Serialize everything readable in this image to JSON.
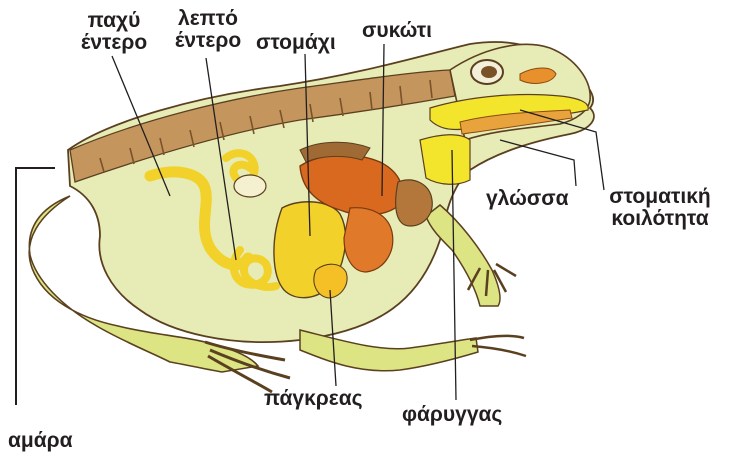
{
  "diagram": {
    "labels": {
      "large_intestine": [
        "παχύ",
        "έντερο"
      ],
      "small_intestine": [
        "λεπτό",
        "έντερο"
      ],
      "stomach": "στομάχι",
      "liver": "συκώτι",
      "tongue": "γλώσσα",
      "oral_cavity": [
        "στοματική",
        "κοιλότητα"
      ],
      "pancreas": "πάγκρεας",
      "pharynx": "φάρυγγας",
      "cloaca": "αμάρα"
    },
    "colors": {
      "skin_green": "#e3e8a8",
      "leg_yellow": "#dce483",
      "back_brown": "#c4965e",
      "muscle_brown": "#a06a35",
      "organ_yellow": "#f2d22a",
      "liver_orange": "#d8691f",
      "mouth_yellow": "#f3e52c",
      "lip_orange": "#e8902c",
      "outline": "#5b4020",
      "leader_line": "#231f20"
    }
  }
}
